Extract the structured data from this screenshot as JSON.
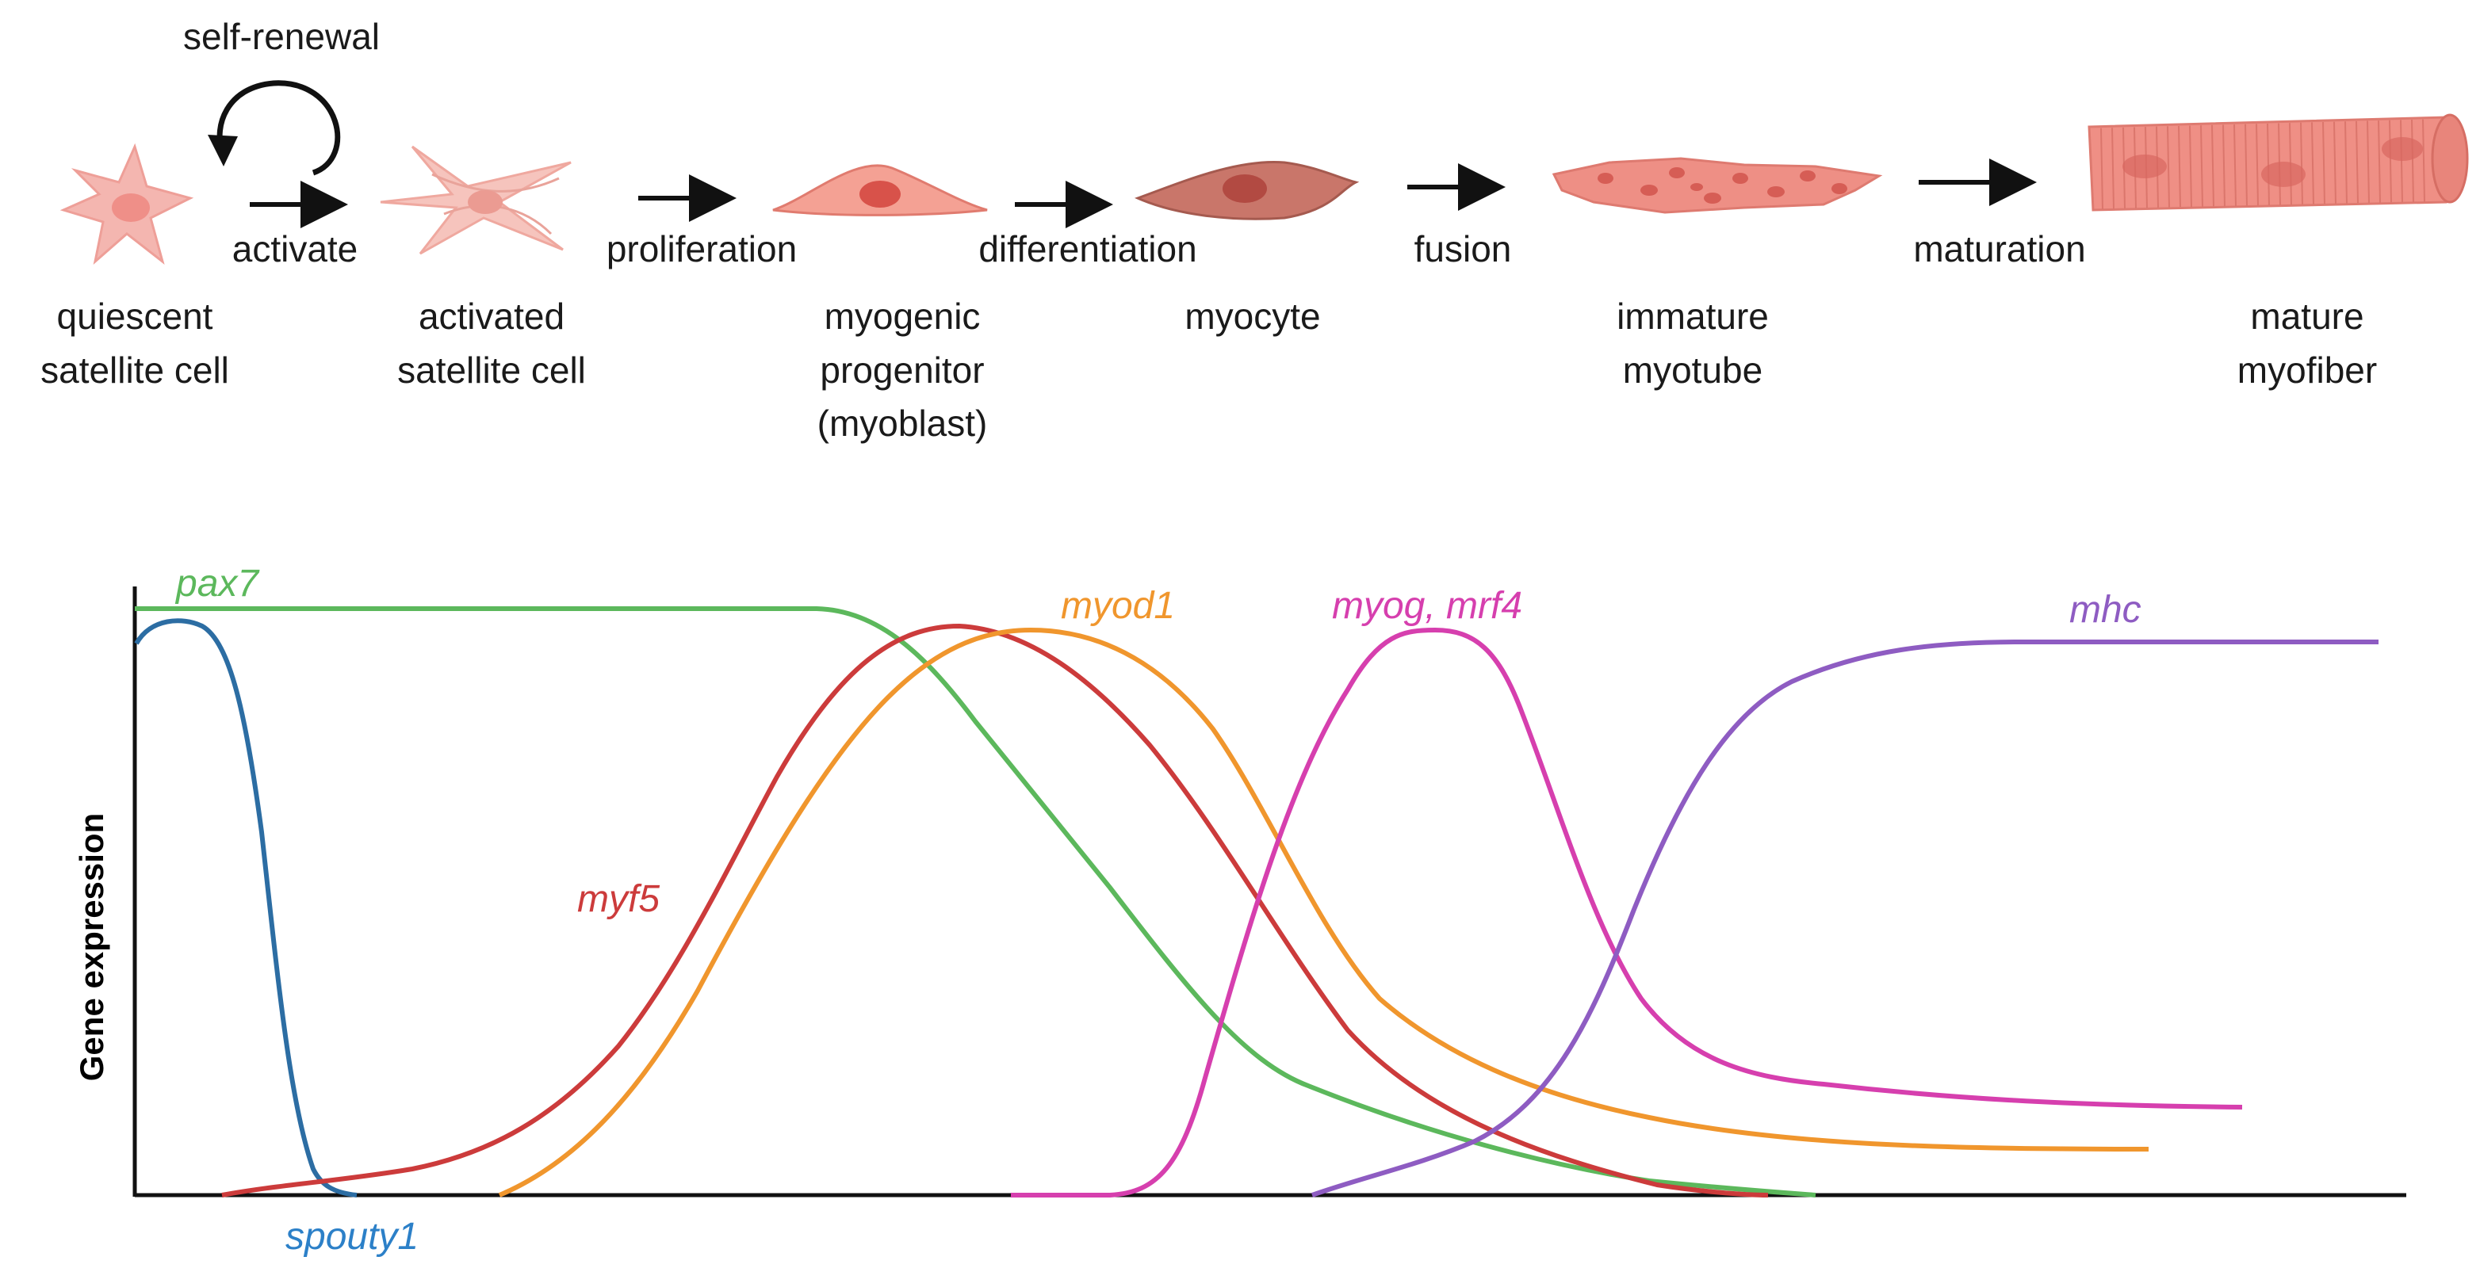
{
  "pathway": {
    "self_renewal_label": "self-renewal",
    "stages": [
      {
        "line1": "quiescent",
        "line2": "satellite cell",
        "line3": ""
      },
      {
        "line1": "activated",
        "line2": "satellite cell",
        "line3": ""
      },
      {
        "line1": "myogenic",
        "line2": "progenitor",
        "line3": "(myoblast)"
      },
      {
        "line1": "myocyte",
        "line2": "",
        "line3": ""
      },
      {
        "line1": "immature",
        "line2": "myotube",
        "line3": ""
      },
      {
        "line1": "mature",
        "line2": "myofiber",
        "line3": ""
      }
    ],
    "transitions": [
      "activate",
      "proliferation",
      "differentiation",
      "fusion",
      "maturation"
    ]
  },
  "expression_plot": {
    "ylabel": "Gene expression",
    "genes": [
      {
        "name": "pax7",
        "color": "#5cb85c"
      },
      {
        "name": "spouty1",
        "color": "#2c6da3"
      },
      {
        "name": "myf5",
        "color": "#cc3b3b"
      },
      {
        "name": "myod1",
        "color": "#f0962d"
      },
      {
        "name": "myog, mrf4",
        "color": "#d63fae"
      },
      {
        "name": "mhc",
        "color": "#8e5cc2"
      }
    ]
  },
  "colors": {
    "cell_light": "#f4b6b0",
    "cell_mid": "#ee8a80",
    "cell_dark": "#c0665a",
    "nucleus": "#e06a62",
    "arrow": "#111111"
  }
}
